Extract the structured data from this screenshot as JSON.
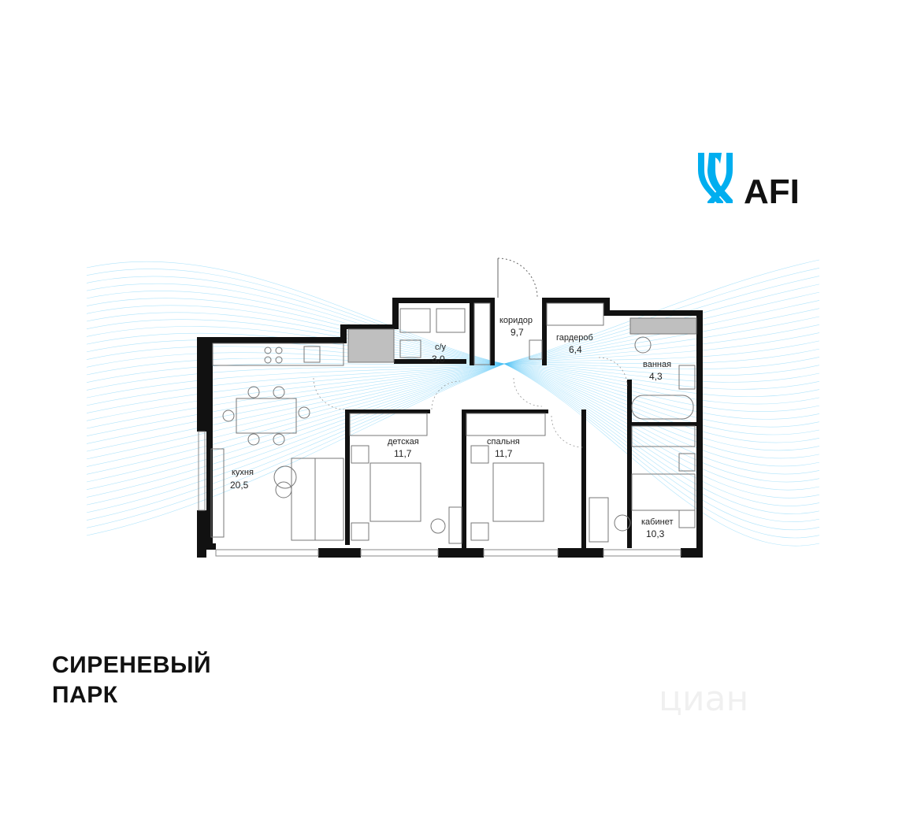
{
  "logo": {
    "text": "AFI",
    "color": "#00AEEF"
  },
  "project": {
    "line1": "СИРЕНЕВЫЙ",
    "line2": "ПАРК"
  },
  "watermark": {
    "text": "циан"
  },
  "rooms": [
    {
      "id": "kitchen",
      "name": "кухня",
      "area": "20,5"
    },
    {
      "id": "wc",
      "name": "с/у",
      "area": "3,0"
    },
    {
      "id": "corridor",
      "name": "коридор",
      "area": "9,7"
    },
    {
      "id": "wardrobe",
      "name": "гардероб",
      "area": "6,4"
    },
    {
      "id": "bathroom",
      "name": "ванная",
      "area": "4,3"
    },
    {
      "id": "nursery",
      "name": "детская",
      "area": "11,7"
    },
    {
      "id": "bedroom",
      "name": "спальня",
      "area": "11,7"
    },
    {
      "id": "office",
      "name": "кабинет",
      "area": "10,3"
    }
  ],
  "colors": {
    "walls": "#111111",
    "waves": "#4FC3F7",
    "accent": "#00AEEF"
  }
}
